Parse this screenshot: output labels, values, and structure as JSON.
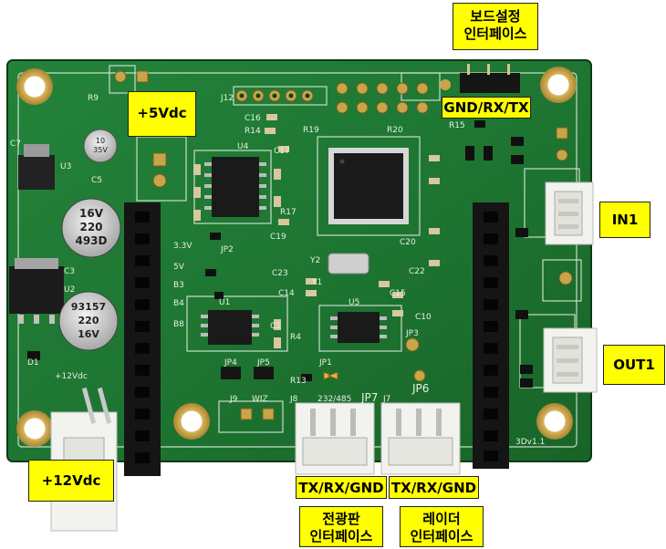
{
  "labels": {
    "board_config_line1": "보드설정",
    "board_config_line2": "인터페이스",
    "gnd_rx_tx": "GND/RX/TX",
    "plus5vdc": "+5Vdc",
    "in1": "IN1",
    "out1": "OUT1",
    "plus12vdc": "+12Vdc",
    "txrxgnd_left": "TX/RX/GND",
    "txrxgnd_right": "TX/RX/GND",
    "display_if_line1": "전광판",
    "display_if_line2": "인터페이스",
    "radar_if_line1": "레이더",
    "radar_if_line2": "인터페이스"
  },
  "silkscreen": {
    "u1": "U1",
    "u2": "U2",
    "u3": "U3",
    "u4": "U4",
    "u5": "U5",
    "y1": "Y1",
    "y2": "Y2",
    "j7": "J7",
    "j8": "J8",
    "j9": "J9",
    "j12": "J12",
    "jp1": "JP1",
    "jp2": "JP2",
    "jp3": "JP3",
    "jp4": "JP4",
    "jp5": "JP5",
    "jp6": "JP6",
    "jp7": "JP7",
    "c1": "C1",
    "c3": "C3",
    "c5": "C5",
    "c7": "C7",
    "c10": "C10",
    "c14": "C14",
    "c15": "C15",
    "c16": "C16",
    "c17": "C17",
    "c19": "C19",
    "c20": "C20",
    "c22": "C22",
    "c23": "C23",
    "r4": "R4",
    "r9": "R9",
    "r13": "R13",
    "r14": "R14",
    "r15": "R15",
    "r17": "R17",
    "r19": "R19",
    "r20": "R20",
    "d1": "D1",
    "v33": "3.3V",
    "v5": "5V",
    "b3": "B3",
    "b4": "B4",
    "b8": "B8",
    "wiz": "WIZ",
    "iface": "232/485",
    "ver": "3Dv1.1",
    "label12v": "+12Vdc",
    "cap1_a": "16V",
    "cap1_b": "220",
    "cap1_c": "493D",
    "cap2_a": "93157",
    "cap2_b": "220",
    "cap2_c": "16V",
    "cap3_a": "10",
    "cap3_b": "35V"
  },
  "colors": {
    "pcb_green": "#1f7a2c",
    "pcb_dark": "#0f4a18",
    "silk": "#e8efe4",
    "pad_gold": "#c9a54a",
    "callout_yellow": "#ffff00",
    "header_black": "#151515",
    "connector_white": "#f2f2ee"
  }
}
